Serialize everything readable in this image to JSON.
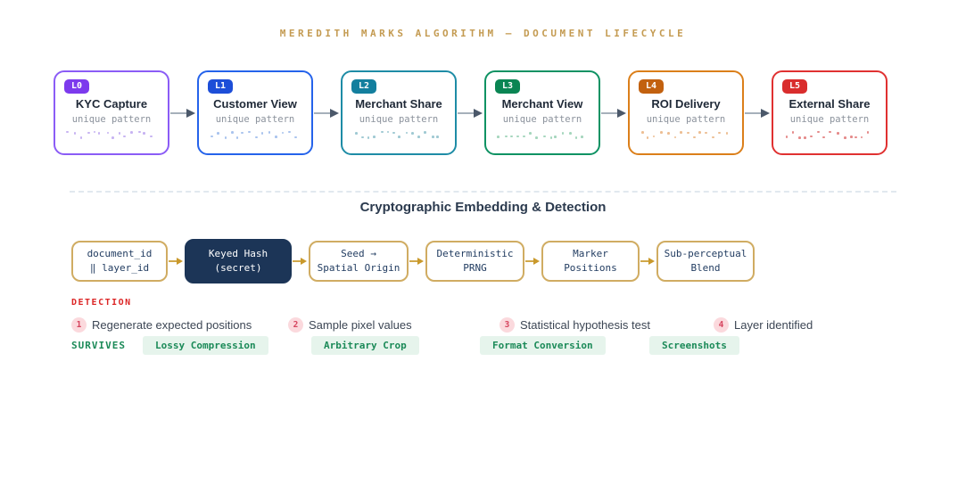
{
  "title": "MEREDITH MARKS ALGORITHM — DOCUMENT LIFECYCLE",
  "lifecycle": {
    "stages": [
      {
        "badge": "L0",
        "name": "KYC Capture",
        "subtitle": "unique pattern",
        "accent": "#7C3AED",
        "border": "#8B5CF6",
        "dot": "#C7B3F2"
      },
      {
        "badge": "L1",
        "name": "Customer View",
        "subtitle": "unique pattern",
        "accent": "#1D4ED8",
        "border": "#2563EB",
        "dot": "#A9C3EE"
      },
      {
        "badge": "L2",
        "name": "Merchant Share",
        "subtitle": "unique pattern",
        "accent": "#137F9E",
        "border": "#1E8CA6",
        "dot": "#9FC9D3"
      },
      {
        "badge": "L3",
        "name": "Merchant View",
        "subtitle": "unique pattern",
        "accent": "#0A8553",
        "border": "#0E9263",
        "dot": "#A5D6BD"
      },
      {
        "badge": "L4",
        "name": "ROI Delivery",
        "subtitle": "unique pattern",
        "accent": "#C2610F",
        "border": "#DB7F1A",
        "dot": "#EDBE93"
      },
      {
        "badge": "L5",
        "name": "External Share",
        "subtitle": "unique pattern",
        "accent": "#D92D2D",
        "border": "#E03131",
        "dot": "#E58A8A"
      }
    ]
  },
  "embedding": {
    "heading": "Cryptographic Embedding & Detection",
    "steps": [
      {
        "line1": "document_id",
        "line2": "‖ layer_id"
      },
      {
        "line1": "Keyed Hash",
        "line2": "(secret)"
      },
      {
        "line1": "Seed →",
        "line2": "Spatial Origin"
      },
      {
        "line1": "Deterministic",
        "line2": "PRNG"
      },
      {
        "line1": "Marker",
        "line2": "Positions"
      },
      {
        "line1": "Sub-perceptual",
        "line2": "Blend"
      }
    ]
  },
  "detection": {
    "label": "DETECTION",
    "steps": [
      {
        "num": "1",
        "text": "Regenerate expected positions"
      },
      {
        "num": "2",
        "text": "Sample pixel values"
      },
      {
        "num": "3",
        "text": "Statistical hypothesis test"
      },
      {
        "num": "4",
        "text": "Layer identified"
      }
    ]
  },
  "survives": {
    "label": "SURVIVES",
    "badges": [
      "Lossy Compression",
      "Arbitrary Crop",
      "Format Conversion",
      "Screenshots"
    ]
  },
  "colors": {
    "gold_title": "#C49B52",
    "tan_border": "#D0AC62",
    "navy": "#1C3557",
    "embed_ink": "#1F3A5F",
    "ink": "#1F2937",
    "sub_gray": "#8B929C",
    "heading_ink": "#2B3A4E",
    "detect_red": "#DC2626",
    "survive_green": "#1B8A58",
    "badge_bg": "#E6F4EC",
    "step_circle_bg": "#FBD9DD",
    "step_circle_text": "#D6455F",
    "step_text": "#3C4654",
    "arrow_gray_line": "#9AA4B0",
    "arrow_gray_head": "#4B586A",
    "arrow_gold": "#C9992B"
  }
}
